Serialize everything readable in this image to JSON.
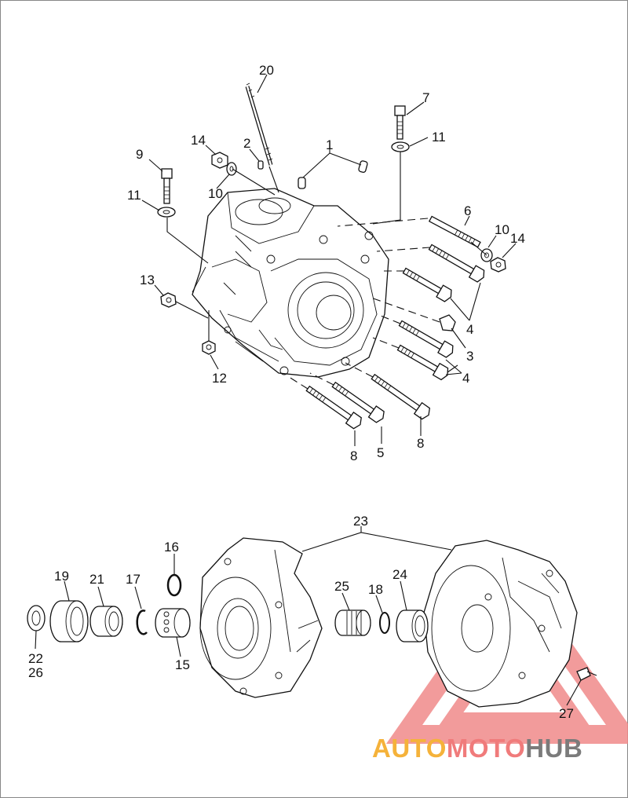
{
  "callouts_top": [
    "20",
    "7",
    "11",
    "14",
    "2",
    "1",
    "9",
    "10",
    "11",
    "6",
    "10",
    "14",
    "13",
    "4",
    "3",
    "4",
    "12",
    "8",
    "5",
    "8"
  ],
  "callouts_bottom": [
    "23",
    "16",
    "19",
    "21",
    "17",
    "25",
    "18",
    "24",
    "22",
    "26",
    "15",
    "27"
  ],
  "watermark": {
    "word_a": "AUTO",
    "word_b": "MOTO",
    "word_c": "HUB",
    "color_a": "#f5b23a",
    "color_b": "#f07b7b",
    "color_c": "#7b7b7b",
    "triangle_color": "#f08a8a"
  }
}
